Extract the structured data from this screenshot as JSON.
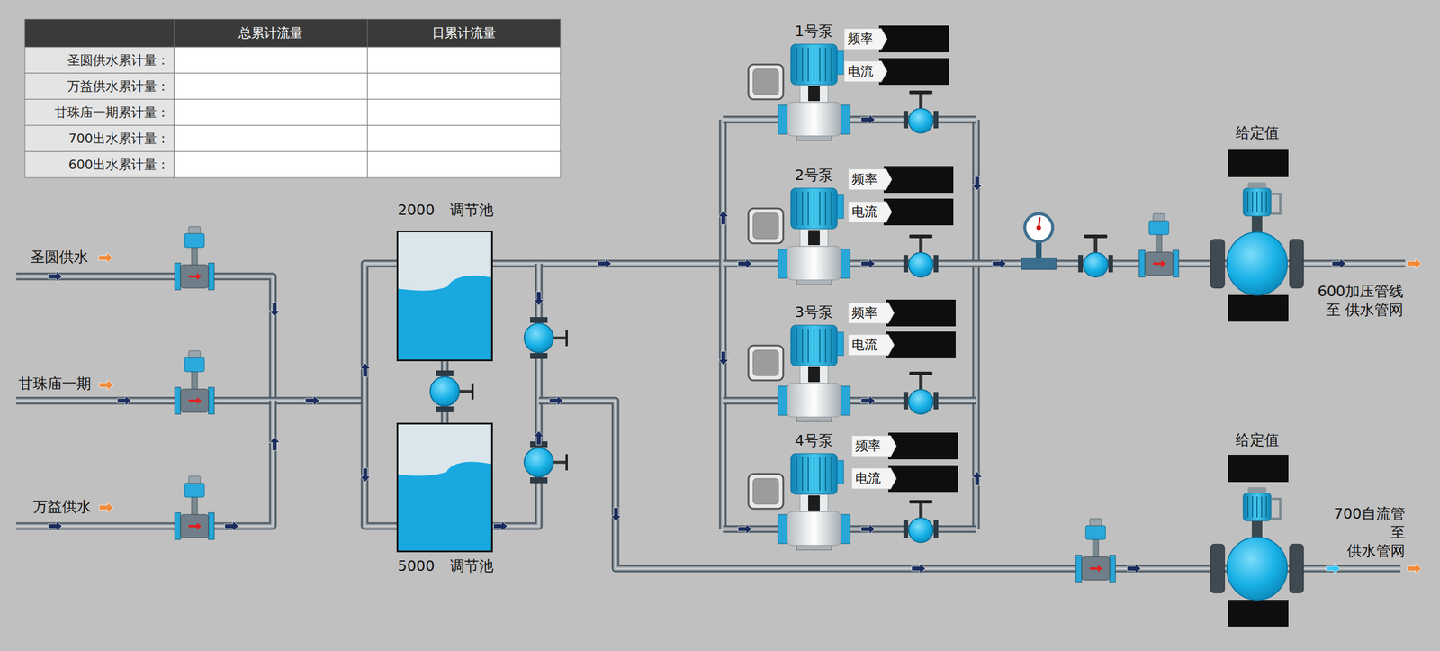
{
  "diagram": {
    "nodes": [
      {
        "text": [
          "2000",
          "调节池"
        ]
      },
      {
        "text": [
          "5000",
          "调节池"
        ]
      }
    ],
    "edges": [
      {
        "from": 0,
        "to": 1,
        "arrow": "none"
      }
    ],
    "labels": [
      "总累计流量",
      "日累计流量",
      "圣圆供水累计量：",
      "万益供水累计量：",
      "甘珠庙一期累计量：",
      "700出水累计量：",
      "600出水累计量：",
      "圣圆供水",
      "甘珠庙一期",
      "万益供水",
      "1号泵",
      "频率",
      "电流",
      "2号泵",
      "频率",
      "电流",
      "3号泵",
      "频率",
      "电流",
      "4号泵",
      "频率",
      "电流",
      "给定值",
      "给定值",
      "600加压管线 至 供水管网",
      "700自流管 至 供水管网"
    ]
  }
}
